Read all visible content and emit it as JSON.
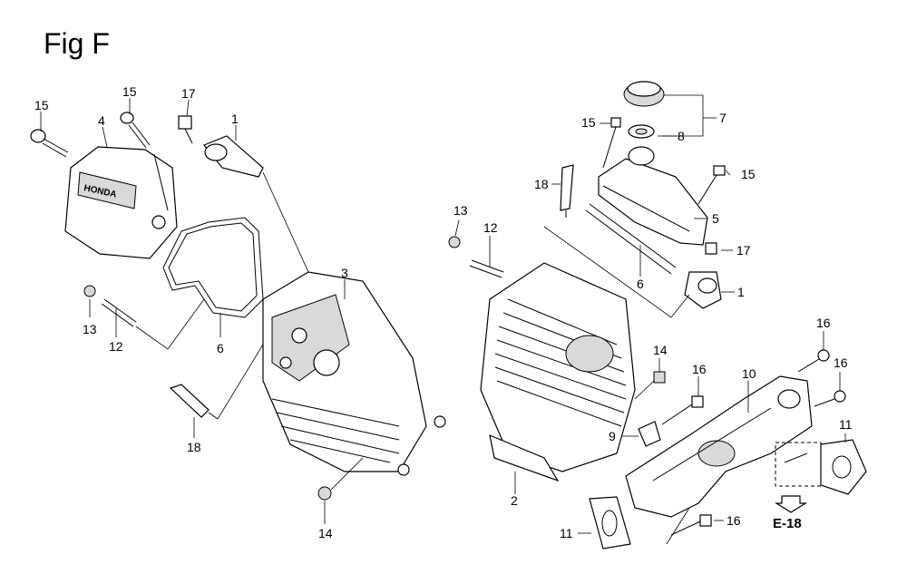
{
  "figure": {
    "title": "Fig F"
  },
  "callouts": {
    "l15a": "15",
    "l4": "4",
    "l15b": "15",
    "l17a": "17",
    "l1a": "1",
    "l3": "3",
    "l13a": "13",
    "l12a": "12",
    "l6a": "6",
    "l18a": "18",
    "l14a": "14",
    "l7": "7",
    "l8": "8",
    "l15c": "15",
    "l18b": "18",
    "l15d": "15",
    "l5": "5",
    "l13b": "13",
    "l12b": "12",
    "l6b": "6",
    "l17b": "17",
    "l1b": "1",
    "l14b": "14",
    "l16a": "16",
    "l16b": "16",
    "l10": "10",
    "l9": "9",
    "l11a": "11",
    "l2": "2",
    "l11b": "11",
    "l16c": "16"
  },
  "reference": {
    "label": "E-18"
  },
  "cover_lettering": "HONDA"
}
